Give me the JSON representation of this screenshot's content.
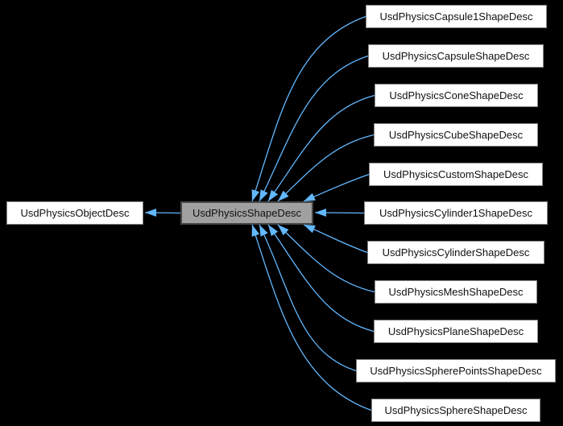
{
  "diagram": {
    "kind": "class-inheritance-graph",
    "base_node": {
      "id": "UsdPhysicsObjectDesc",
      "label": "UsdPhysicsObjectDesc"
    },
    "current_node": {
      "id": "UsdPhysicsShapeDesc",
      "label": "UsdPhysicsShapeDesc"
    },
    "derived_nodes": [
      {
        "id": "UsdPhysicsCapsule1ShapeDesc",
        "label": "UsdPhysicsCapsule1ShapeDesc"
      },
      {
        "id": "UsdPhysicsCapsuleShapeDesc",
        "label": "UsdPhysicsCapsuleShapeDesc"
      },
      {
        "id": "UsdPhysicsConeShapeDesc",
        "label": "UsdPhysicsConeShapeDesc"
      },
      {
        "id": "UsdPhysicsCubeShapeDesc",
        "label": "UsdPhysicsCubeShapeDesc"
      },
      {
        "id": "UsdPhysicsCustomShapeDesc",
        "label": "UsdPhysicsCustomShapeDesc"
      },
      {
        "id": "UsdPhysicsCylinder1ShapeDesc",
        "label": "UsdPhysicsCylinder1ShapeDesc"
      },
      {
        "id": "UsdPhysicsCylinderShapeDesc",
        "label": "UsdPhysicsCylinderShapeDesc"
      },
      {
        "id": "UsdPhysicsMeshShapeDesc",
        "label": "UsdPhysicsMeshShapeDesc"
      },
      {
        "id": "UsdPhysicsPlaneShapeDesc",
        "label": "UsdPhysicsPlaneShapeDesc"
      },
      {
        "id": "UsdPhysicsSpherePointsShapeDesc",
        "label": "UsdPhysicsSpherePointsShapeDesc"
      },
      {
        "id": "UsdPhysicsSphereShapeDesc",
        "label": "UsdPhysicsSphereShapeDesc"
      }
    ],
    "edges": [
      {
        "from": "UsdPhysicsShapeDesc",
        "to": "UsdPhysicsObjectDesc"
      },
      {
        "from": "UsdPhysicsCapsule1ShapeDesc",
        "to": "UsdPhysicsShapeDesc"
      },
      {
        "from": "UsdPhysicsCapsuleShapeDesc",
        "to": "UsdPhysicsShapeDesc"
      },
      {
        "from": "UsdPhysicsConeShapeDesc",
        "to": "UsdPhysicsShapeDesc"
      },
      {
        "from": "UsdPhysicsCubeShapeDesc",
        "to": "UsdPhysicsShapeDesc"
      },
      {
        "from": "UsdPhysicsCustomShapeDesc",
        "to": "UsdPhysicsShapeDesc"
      },
      {
        "from": "UsdPhysicsCylinder1ShapeDesc",
        "to": "UsdPhysicsShapeDesc"
      },
      {
        "from": "UsdPhysicsCylinderShapeDesc",
        "to": "UsdPhysicsShapeDesc"
      },
      {
        "from": "UsdPhysicsMeshShapeDesc",
        "to": "UsdPhysicsShapeDesc"
      },
      {
        "from": "UsdPhysicsPlaneShapeDesc",
        "to": "UsdPhysicsShapeDesc"
      },
      {
        "from": "UsdPhysicsSpherePointsShapeDesc",
        "to": "UsdPhysicsShapeDesc"
      },
      {
        "from": "UsdPhysicsSphereShapeDesc",
        "to": "UsdPhysicsShapeDesc"
      }
    ],
    "colors": {
      "background": "#000000",
      "edge": "#63b8ff",
      "node_fill": "#ffffff",
      "node_border": "#848484",
      "current_fill": "#a0a0a0",
      "current_border": "#464646",
      "text": "#111111"
    }
  }
}
